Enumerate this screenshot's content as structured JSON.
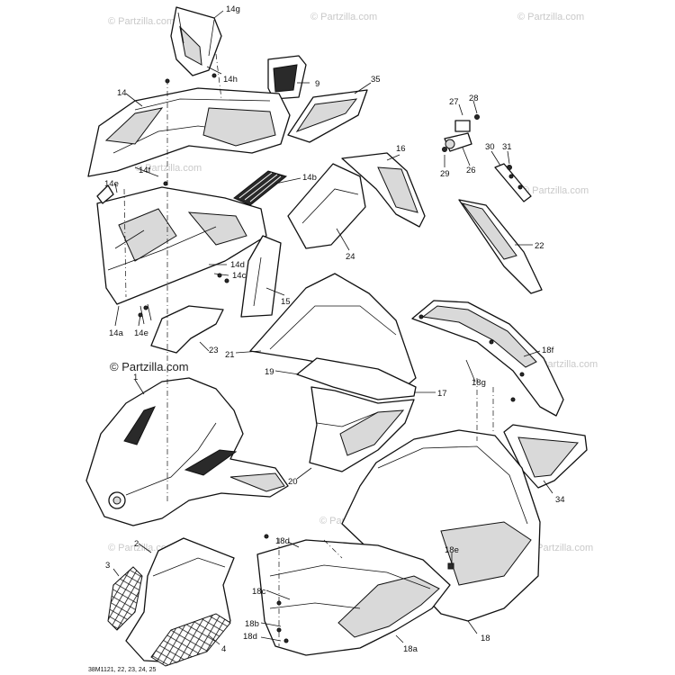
{
  "watermark": {
    "text": "© Partzilla.com",
    "main_text": "© Partzilla.com"
  },
  "diagram_code": "38M1121, 22, 23, 24, 25",
  "labels": {
    "l1": "1",
    "l2": "2",
    "l3": "3",
    "l4": "4",
    "l9": "9",
    "l14": "14",
    "l14a": "14a",
    "l14b": "14b",
    "l14c": "14c",
    "l14d": "14d",
    "l14e_top": "14e",
    "l14e_bot": "14e",
    "l14f": "14f",
    "l14g": "14g",
    "l14h": "14h",
    "l15": "15",
    "l16": "16",
    "l17": "17",
    "l18": "18",
    "l18a": "18a",
    "l18b": "18b",
    "l18c": "18c",
    "l18d_top": "18d",
    "l18d_bot": "18d",
    "l18e": "18e",
    "l18f": "18f",
    "l18g": "18g",
    "l19": "19",
    "l20": "20",
    "l21": "21",
    "l22": "22",
    "l23": "23",
    "l24": "24",
    "l26": "26",
    "l27": "27",
    "l28": "28",
    "l29": "29",
    "l30": "30",
    "l31": "31",
    "l34": "34",
    "l35": "35"
  }
}
